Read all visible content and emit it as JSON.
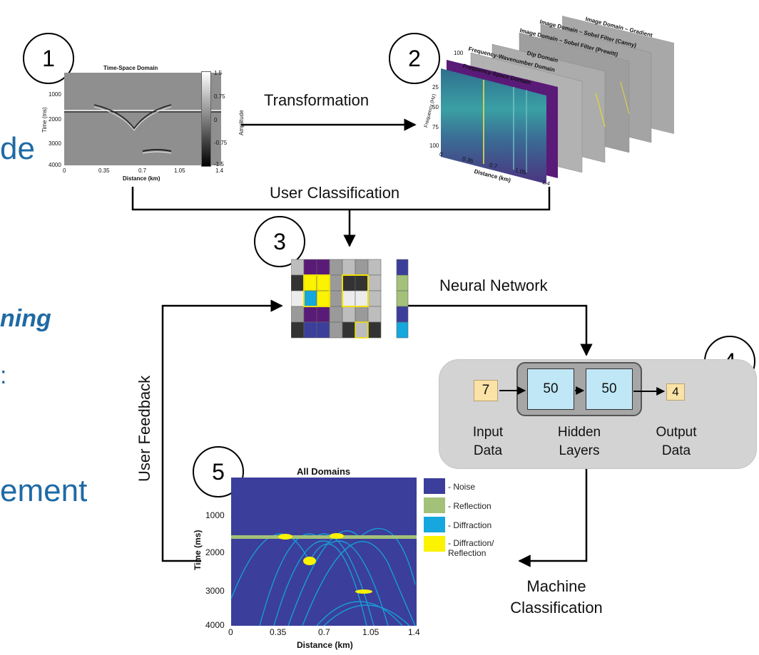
{
  "edge_text": {
    "t1": "de",
    "t2": "ning",
    "t3": ":",
    "t4": "ement"
  },
  "steps": [
    "1",
    "2",
    "3",
    "4",
    "5"
  ],
  "panel1": {
    "title": "Time-Space Domain",
    "ylabel": "Time (ms)",
    "xlabel": "Distance (km)",
    "yticks": [
      "1000",
      "2000",
      "3000",
      "4000"
    ],
    "xticks": [
      "0",
      "0.35",
      "0.7",
      "1.05",
      "1.4"
    ],
    "cb_label": "Amplitude",
    "cb_ticks": [
      "1.5",
      "0.75",
      "0",
      "-0.75",
      "-1.5"
    ]
  },
  "panel2": {
    "layer_titles": [
      "Image Domain – Gradient",
      "Image Domain – Sobel Filter (Canny)",
      "Image Domain – Sobel Filter (Prewitt)",
      "Dip Domain",
      "Frequency-Wavenumber Domain",
      "Frequency-Space Domain"
    ],
    "ylabel": "Frequency (Hz)",
    "xlabel": "Distance (km)",
    "yticks": [
      "25",
      "50",
      "75",
      "100"
    ],
    "top_tick": "100",
    "xticks": [
      "0",
      "0.35",
      "0.7",
      "1.05",
      "1.4"
    ]
  },
  "arrows": {
    "transformation": "Transformation",
    "user_classification": "User Classification",
    "neural_network": "Neural Network",
    "user_feedback": "User Feedback",
    "machine_classification_1": "Machine",
    "machine_classification_2": "Classification"
  },
  "network": {
    "input_value": "7",
    "hidden1_value": "50",
    "hidden2_value": "50",
    "output_value": "4",
    "input_label_1": "Input",
    "input_label_2": "Data",
    "hidden_label_1": "Hidden",
    "hidden_label_2": "Layers",
    "output_label_1": "Output",
    "output_label_2": "Data"
  },
  "panel5": {
    "title": "All Domains",
    "ylabel": "Time (ms)",
    "xlabel": "Distance (km)",
    "yticks": [
      "1000",
      "2000",
      "3000",
      "4000"
    ],
    "xticks": [
      "0",
      "0.35",
      "0.7",
      "1.05",
      "1.4"
    ]
  },
  "legend": [
    {
      "label": "- Noise",
      "color": "#3b3e9a"
    },
    {
      "label": "- Reflection",
      "color": "#a3c179"
    },
    {
      "label": "- Diffraction",
      "color": "#15a7dd"
    },
    {
      "label": "- Diffraction/",
      "label2": "Reflection",
      "color": "#fbf300"
    }
  ],
  "colors": {
    "noise": "#3b3e9a",
    "reflection": "#a3c179",
    "diffraction": "#15a7dd",
    "both": "#fbf300",
    "purple": "#5a1a78"
  }
}
